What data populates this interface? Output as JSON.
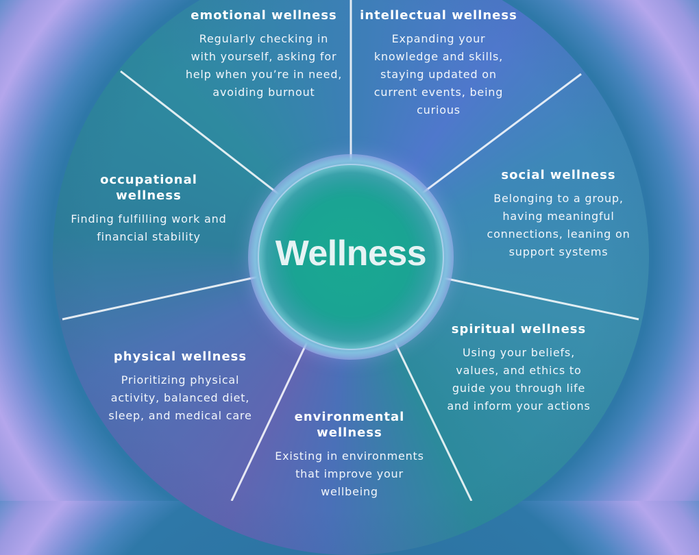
{
  "center": {
    "title": "Wellness"
  },
  "segments": [
    {
      "id": "emotional",
      "heading": "emotional wellness",
      "text": "Regularly checking in with yourself, asking for help when you’re in need, avoiding burnout"
    },
    {
      "id": "intellectual",
      "heading": "intellectual wellness",
      "text": "Expanding your knowledge and skills, staying updated on current events, being curious"
    },
    {
      "id": "social",
      "heading": "social wellness",
      "text": "Belonging to a group, having meaningful connections, leaning on support systems"
    },
    {
      "id": "spiritual",
      "heading": "spiritual wellness",
      "text": "Using your beliefs, values, and ethics to guide you through life and inform your actions"
    },
    {
      "id": "environmental",
      "heading": "environmental wellness",
      "text": "Existing in environments that improve your wellbeing"
    },
    {
      "id": "physical",
      "heading": "physical wellness",
      "text": "Prioritizing physical activity, balanced diet, sleep, and medical care"
    },
    {
      "id": "occupational",
      "heading": "occupational wellness",
      "text": "Finding fulfilling work and financial stability"
    }
  ],
  "colors": {
    "center": "#1aa493",
    "spoke": "#ffffff",
    "text": "#ffffff"
  }
}
